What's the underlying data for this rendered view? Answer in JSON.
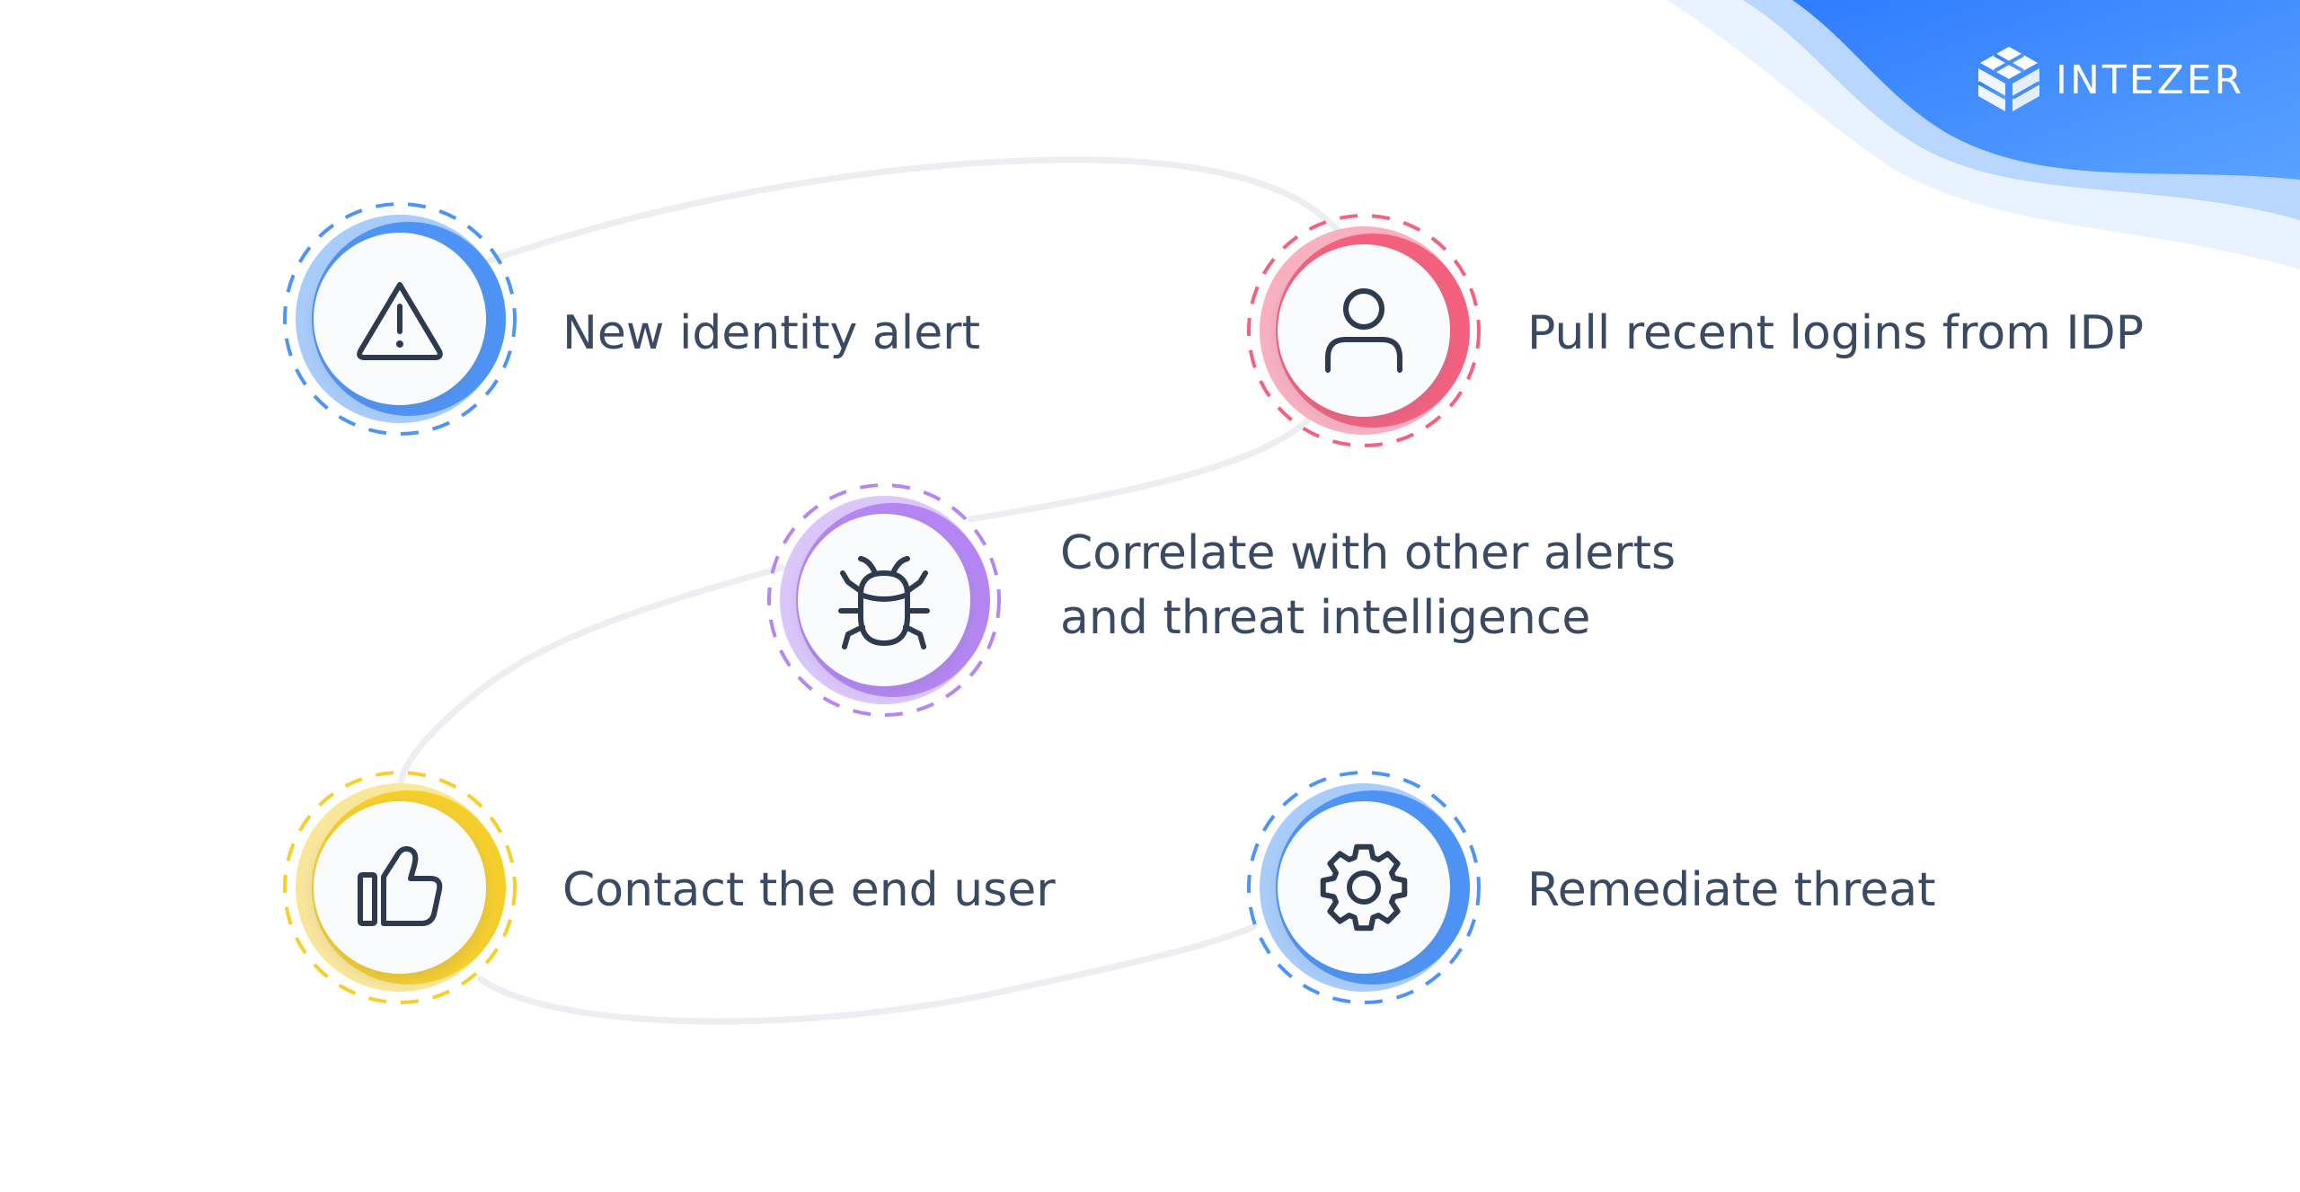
{
  "brand": {
    "name": "INTEZER",
    "logo_icon": "isometric-cube-grid-logo",
    "accent_color": "#3b8cff"
  },
  "steps": [
    {
      "label_lines": [
        "New identity alert"
      ],
      "icon": "warning-triangle-icon",
      "ring_color": "#4d94f7",
      "ring_light": "#a9cdfb"
    },
    {
      "label_lines": [
        "Pull recent logins from IDP"
      ],
      "icon": "user-icon",
      "ring_color": "#f5607d",
      "ring_light": "#f9b1c0"
    },
    {
      "label_lines": [
        "Correlate with other alerts",
        "and threat intelligence"
      ],
      "icon": "bug-icon",
      "ring_color": "#b586f3",
      "ring_light": "#dcc7fa"
    },
    {
      "label_lines": [
        "Contact the end user"
      ],
      "icon": "thumbs-up-icon",
      "ring_color": "#f7cf2b",
      "ring_light": "#fbe79a"
    },
    {
      "label_lines": [
        "Remediate threat"
      ],
      "icon": "gear-icon",
      "ring_color": "#4d94f7",
      "ring_light": "#a9cdfb"
    }
  ]
}
